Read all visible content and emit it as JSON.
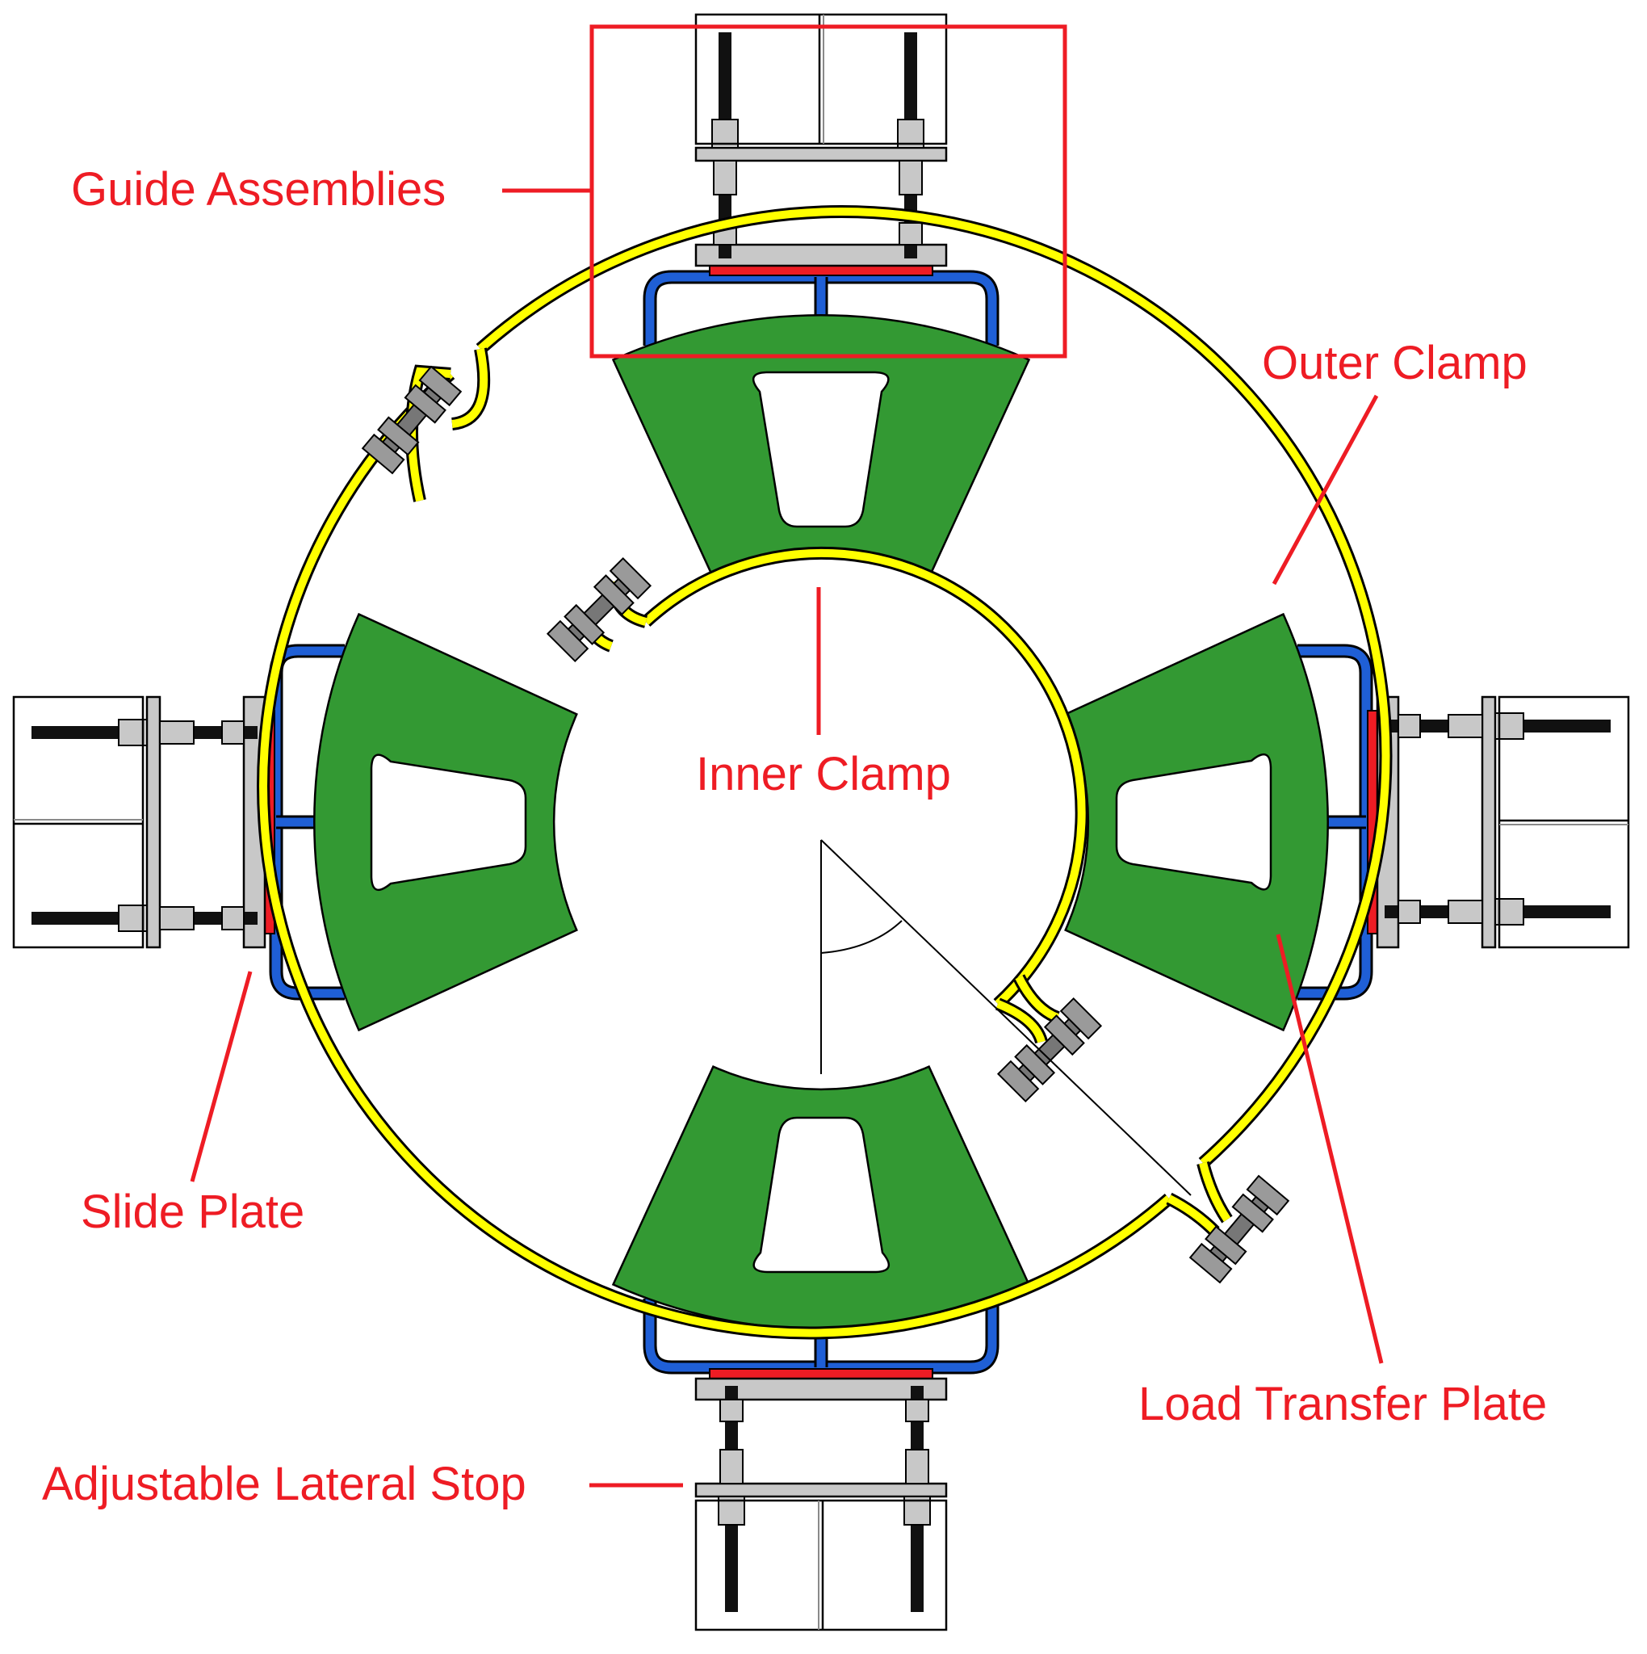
{
  "labels": {
    "guide_assemblies": "Guide Assemblies",
    "outer_clamp": "Outer Clamp",
    "inner_clamp": "Inner Clamp",
    "slide_plate": "Slide Plate",
    "load_transfer_plate": "Load Transfer Plate",
    "adjustable_lateral_stop": "Adjustable Lateral Stop"
  },
  "colors": {
    "callout": "#ee1c24",
    "load_transfer_plate": "#339933",
    "clamp": "#ffff00",
    "guide_frame": "#1f5fd6",
    "slide_plate": "#ee1c24",
    "steel": "#c8c8c8",
    "rod": "#111111",
    "outline": "#000000"
  }
}
